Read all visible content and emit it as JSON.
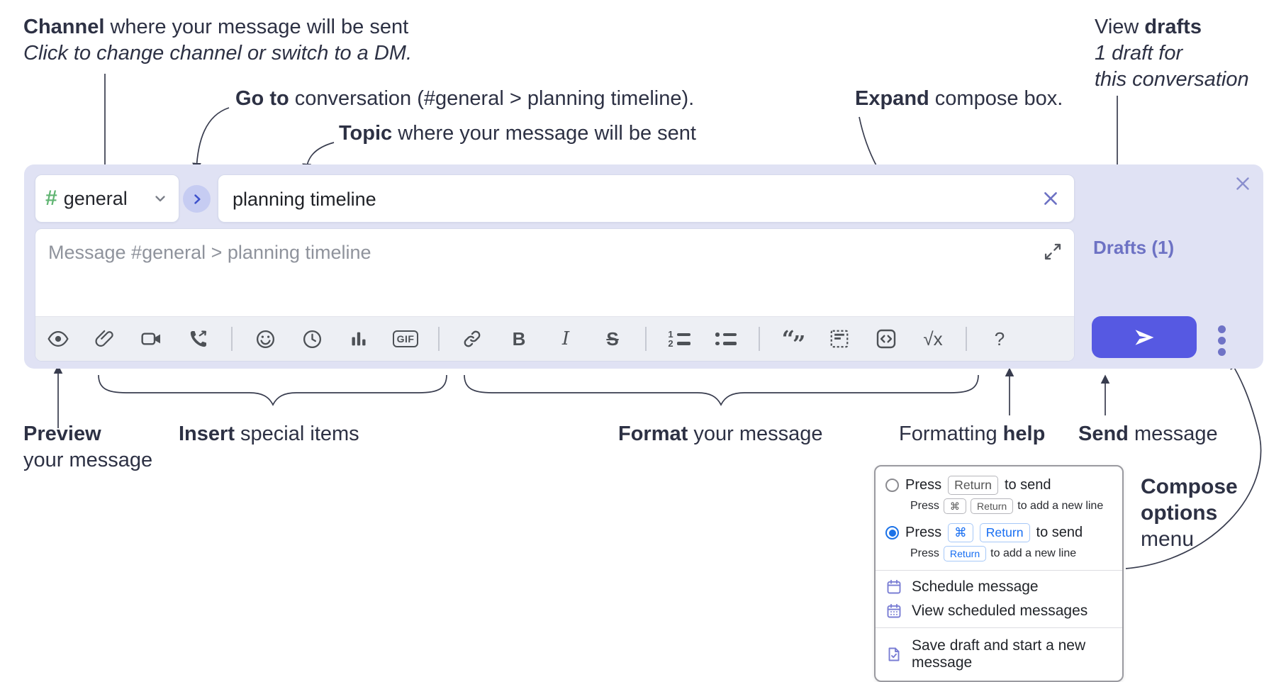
{
  "annotations": {
    "channel": {
      "bold": "Channel",
      "rest": " where your message will be sent",
      "sub": "Click to change channel or switch to a DM."
    },
    "goto": {
      "bold": "Go to",
      "rest": " conversation (#general > planning timeline)."
    },
    "topic": {
      "bold": "Topic",
      "rest": " where your message will be sent"
    },
    "expand": {
      "bold": "Expand",
      "rest": " compose box."
    },
    "drafts": {
      "pre": "View ",
      "bold": "drafts",
      "line2": "1 draft for",
      "line3": "this conversation"
    },
    "preview": {
      "bold": "Preview",
      "line2": "your message"
    },
    "insert": {
      "bold": "Insert",
      "rest": " special items"
    },
    "format": {
      "bold": "Format",
      "rest": " your message"
    },
    "help": {
      "pre": "Formatting ",
      "bold": "help"
    },
    "send": {
      "bold": "Send",
      "rest": " message"
    },
    "compose_menu": {
      "line1": "Compose",
      "line2": "options",
      "line3": "menu"
    }
  },
  "compose": {
    "channel": {
      "hash": "#",
      "name": "general"
    },
    "topic_value": "planning timeline",
    "message_placeholder": "Message #general > planning timeline",
    "drafts_label": "Drafts (1)",
    "toolbar": {
      "gif": "GIF",
      "bold": "B",
      "italic": "I",
      "strike": "S",
      "ol_1": "1",
      "ol_2": "2",
      "quote_open": "“",
      "quote_close": "”",
      "sqrt": "√x",
      "help": "?"
    }
  },
  "popup": {
    "opt1": {
      "main_press": "Press",
      "main_key": "Return",
      "main_after": "to send",
      "sub_press": "Press",
      "sub_key1": "⌘",
      "sub_key2": "Return",
      "sub_after": "to add a new line"
    },
    "opt2": {
      "main_press": "Press",
      "main_key1": "⌘",
      "main_key2": "Return",
      "main_after": "to send",
      "sub_press": "Press",
      "sub_key": "Return",
      "sub_after": "to add a new line"
    },
    "menu": [
      "Schedule message",
      "View scheduled messages",
      "Save draft and start a new message"
    ]
  },
  "colors": {
    "compose_bg": "#e0e2f4",
    "send_button": "#5659e2",
    "accent_purple": "#6d72c4",
    "radio_blue": "#1b72e8",
    "hash_green": "#61b573",
    "key_blue": "#176ef2"
  }
}
